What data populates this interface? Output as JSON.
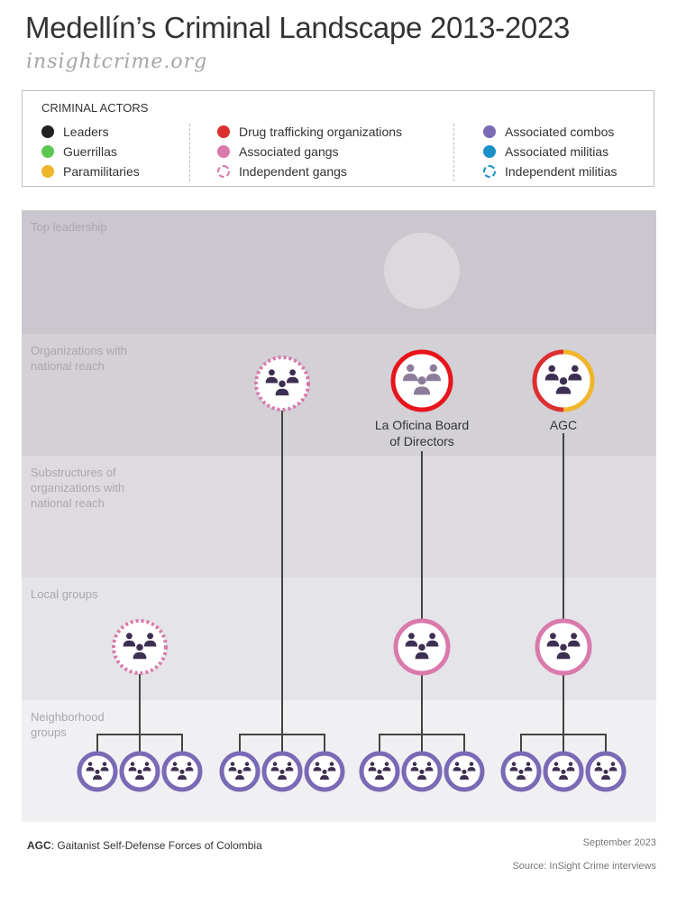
{
  "header": {
    "title": "Medellín’s Criminal Landscape 2013-2023",
    "site": "insightcrime.org"
  },
  "legend": {
    "title": "CRIMINAL ACTORS",
    "columns": [
      [
        {
          "label": "Leaders",
          "color": "#222222",
          "style": "solid"
        },
        {
          "label": "Guerrillas",
          "color": "#5cc750",
          "style": "solid"
        },
        {
          "label": "Paramilitaries",
          "color": "#f0b62b",
          "style": "solid"
        }
      ],
      [
        {
          "label": "Drug trafficking organizations",
          "color": "#dc3030",
          "style": "solid"
        },
        {
          "label": "Associated gangs",
          "color": "#d97aab",
          "style": "solid"
        },
        {
          "label": "Independent gangs",
          "color": "#d97aab",
          "style": "dashed"
        }
      ],
      [
        {
          "label": "Associated combos",
          "color": "#7a6ab5",
          "style": "solid"
        },
        {
          "label": "Associated militias",
          "color": "#1e90c8",
          "style": "solid"
        },
        {
          "label": "Independent militias",
          "color": "#1e90c8",
          "style": "dashed"
        }
      ]
    ]
  },
  "bands": [
    {
      "label": "Top leadership",
      "color": "#cac7ce"
    },
    {
      "label": "Organizations with\nnational reach",
      "color": "#d3d0d6"
    },
    {
      "label": "Substructures of\norganizations with\nnational reach",
      "color": "#dddbe0"
    },
    {
      "label": "Local groups",
      "color": "#e5e4e8"
    },
    {
      "label": "Neighborhood\ngroups",
      "color": "#f0f0f2"
    }
  ],
  "nodes": {
    "oficina": "La Oficina Board\nof Directors",
    "agc": "AGC"
  },
  "footer": {
    "abbr": "AGC",
    "abbr_text": ": Gaitanist Self-Defense Forces of Colombia",
    "date": "September 2023",
    "source": "Source: InSight Crime interviews"
  }
}
